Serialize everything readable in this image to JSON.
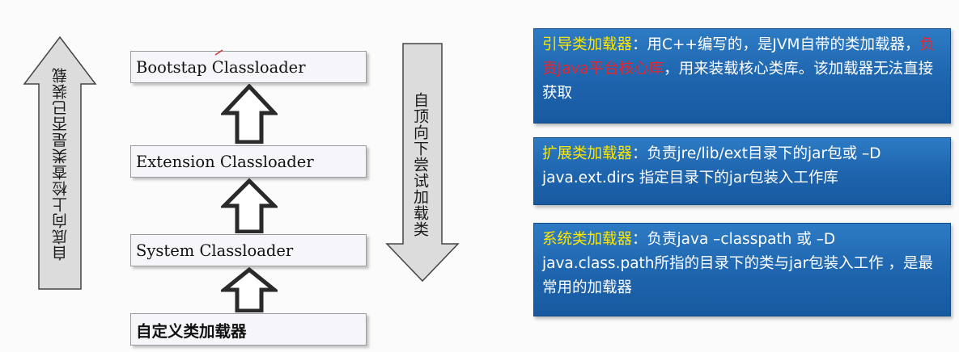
{
  "left_arrow": {
    "label": "自底向上检查类是否已装载"
  },
  "right_arrow": {
    "label": "自顶向下尝试加载类"
  },
  "loaders": {
    "bootstrap": "Bootstap Classloader",
    "extension": "Extension Classloader",
    "system": "System Classloader",
    "custom": "自定义类加载器"
  },
  "info": {
    "bootstrap": {
      "title": "引导类加载器",
      "text1": "：用C++编写的，是JVM自带的类加载器，",
      "highlight": "负责Java平台核心库",
      "text2": "，用来装载核心类库。该加载器无法直接获取"
    },
    "extension": {
      "title": "扩展类加载器",
      "text": "：负责jre/lib/ext目录下的jar包或 –D java.ext.dirs 指定目录下的jar包装入工作库"
    },
    "system": {
      "title": "系统类加载器",
      "text": "：负责java –classpath 或 –D java.class.path所指的目录下的类与jar包装入工作 ，是最常用的加载器"
    }
  },
  "colors": {
    "info_bg": "#1d64ad",
    "title": "#ffe600",
    "highlight": "#e8262c",
    "arrow_fill": "#dcdcdc"
  }
}
